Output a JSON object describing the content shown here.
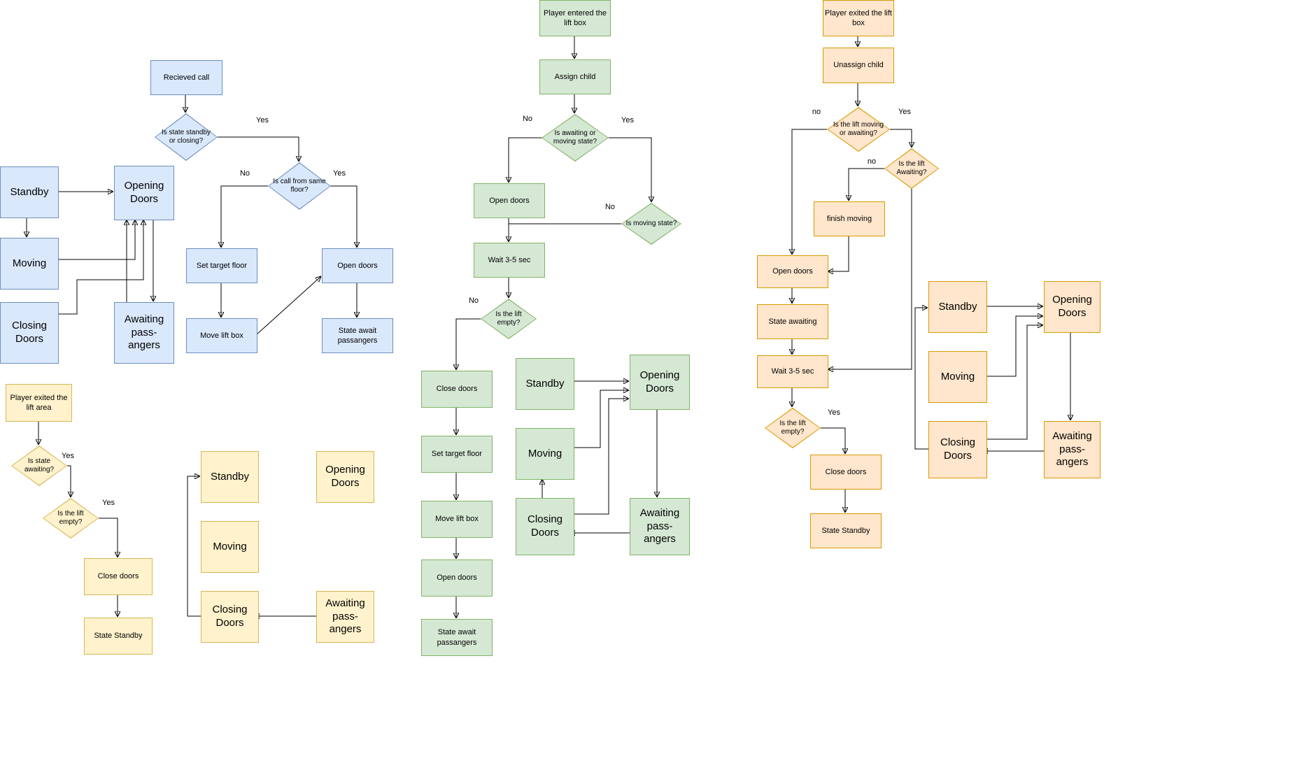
{
  "palette": {
    "blue": {
      "fill": "#dae8fc",
      "stroke": "#6c8ebf"
    },
    "yellow": {
      "fill": "#fff2cc",
      "stroke": "#d6b656"
    },
    "green": {
      "fill": "#d5e8d4",
      "stroke": "#82b366"
    },
    "orange": {
      "fill": "#ffe6cc",
      "stroke": "#d79b00"
    }
  },
  "blue": {
    "received_call": "Recieved call",
    "q_state": "Is state standby or closing?",
    "q_same_floor": "Is call from same floor?",
    "set_target": "Set target floor",
    "move_lift": "Move lift box",
    "open_doors": "Open doors",
    "state_await": "State await passangers",
    "standby": "Standby",
    "moving": "Moving",
    "closing": "Closing Doors",
    "opening": "Opening Doors",
    "awaiting": "Awaiting pass-angers",
    "lbl_yes1": "Yes",
    "lbl_no1": "No",
    "lbl_yes2": "Yes"
  },
  "yellow": {
    "player_exited_area": "Player exited the lift area",
    "q_awaiting": "Is state awaiting?",
    "q_empty": "Is the lift empty?",
    "close_doors": "Close doors",
    "state_standby": "State Standby",
    "standby": "Standby",
    "moving": "Moving",
    "closing": "Closing Doors",
    "opening": "Opening Doors",
    "awaiting": "Awaiting pass-angers",
    "lbl_yes1": "Yes",
    "lbl_yes2": "Yes"
  },
  "green": {
    "player_entered": "Player entered the lift box",
    "assign_child": "Assign child",
    "q_awaiting_moving": "Is awaiting or moving state?",
    "open_doors1": "Open doors",
    "q_moving": "Is moving state?",
    "wait": "Wait 3-5 sec",
    "q_empty": "Is the lift empty?",
    "close_doors": "Close doors",
    "set_target": "Set target floor",
    "move_lift": "Move lift box",
    "open_doors2": "Open doors",
    "state_await": "State await passangers",
    "standby": "Standby",
    "moving": "Moving",
    "closing": "Closing Doors",
    "opening": "Opening Doors",
    "awaiting": "Awaiting pass-angers",
    "lbl_no1": "No",
    "lbl_yes1": "Yes",
    "lbl_no2": "No",
    "lbl_no3": "No"
  },
  "orange": {
    "player_exited_box": "Player exited the lift box",
    "unassign_child": "Unassign child",
    "q_moving_awaiting": "Is the lift moving or awaiting?",
    "q_awaiting": "Is the lift Awaiting?",
    "finish_moving": "finish moving",
    "open_doors": "Open doors",
    "state_awaiting": "State awaiting",
    "wait": "Wait 3-5 sec",
    "q_empty": "Is the lift empty?",
    "close_doors": "Close doors",
    "state_standby": "State Standby",
    "standby": "Standby",
    "moving": "Moving",
    "closing": "Closing Doors",
    "opening": "Opening Doors",
    "awaiting": "Awaiting pass-angers",
    "lbl_no1": "no",
    "lbl_yes1": "Yes",
    "lbl_no2": "no",
    "lbl_yes2": "Yes"
  }
}
